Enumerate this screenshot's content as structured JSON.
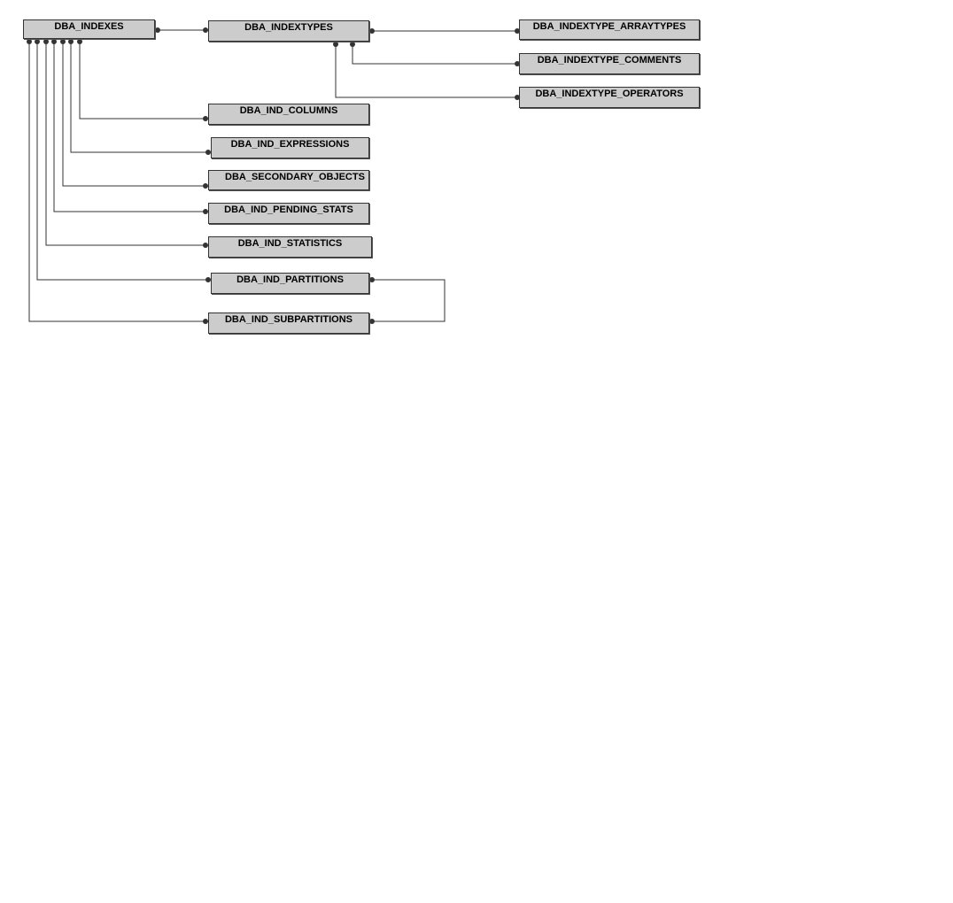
{
  "tables": {
    "indexes": "DBA_INDEXES",
    "indextypes": "DBA_INDEXTYPES",
    "indextype_arraytypes": "DBA_INDEXTYPE_ARRAYTYPES",
    "indextype_comments": "DBA_INDEXTYPE_COMMENTS",
    "indextype_operators": "DBA_INDEXTYPE_OPERATORS",
    "ind_columns": "DBA_IND_COLUMNS",
    "ind_expressions": "DBA_IND_EXPRESSIONS",
    "secondary_objects": "DBA_SECONDARY_OBJECTS",
    "ind_pending_stats": "DBA_IND_PENDING_STATS",
    "ind_statistics": "DBA_IND_STATISTICS",
    "ind_partitions": "DBA_IND_PARTITIONS",
    "ind_subpartitions": "DBA_IND_SUBPARTITIONS"
  },
  "relationships": [
    {
      "from": "indexes",
      "to": "indextypes"
    },
    {
      "from": "indextypes",
      "to": "indextype_arraytypes"
    },
    {
      "from": "indextypes",
      "to": "indextype_comments"
    },
    {
      "from": "indextypes",
      "to": "indextype_operators"
    },
    {
      "from": "indexes",
      "to": "ind_columns"
    },
    {
      "from": "indexes",
      "to": "ind_expressions"
    },
    {
      "from": "indexes",
      "to": "secondary_objects"
    },
    {
      "from": "indexes",
      "to": "ind_pending_stats"
    },
    {
      "from": "indexes",
      "to": "ind_statistics"
    },
    {
      "from": "indexes",
      "to": "ind_partitions"
    },
    {
      "from": "indexes",
      "to": "ind_subpartitions"
    },
    {
      "from": "ind_partitions",
      "to": "ind_subpartitions"
    }
  ],
  "colors": {
    "node_fill": "#cccccc",
    "node_border": "#333333",
    "connector": "#333333"
  }
}
